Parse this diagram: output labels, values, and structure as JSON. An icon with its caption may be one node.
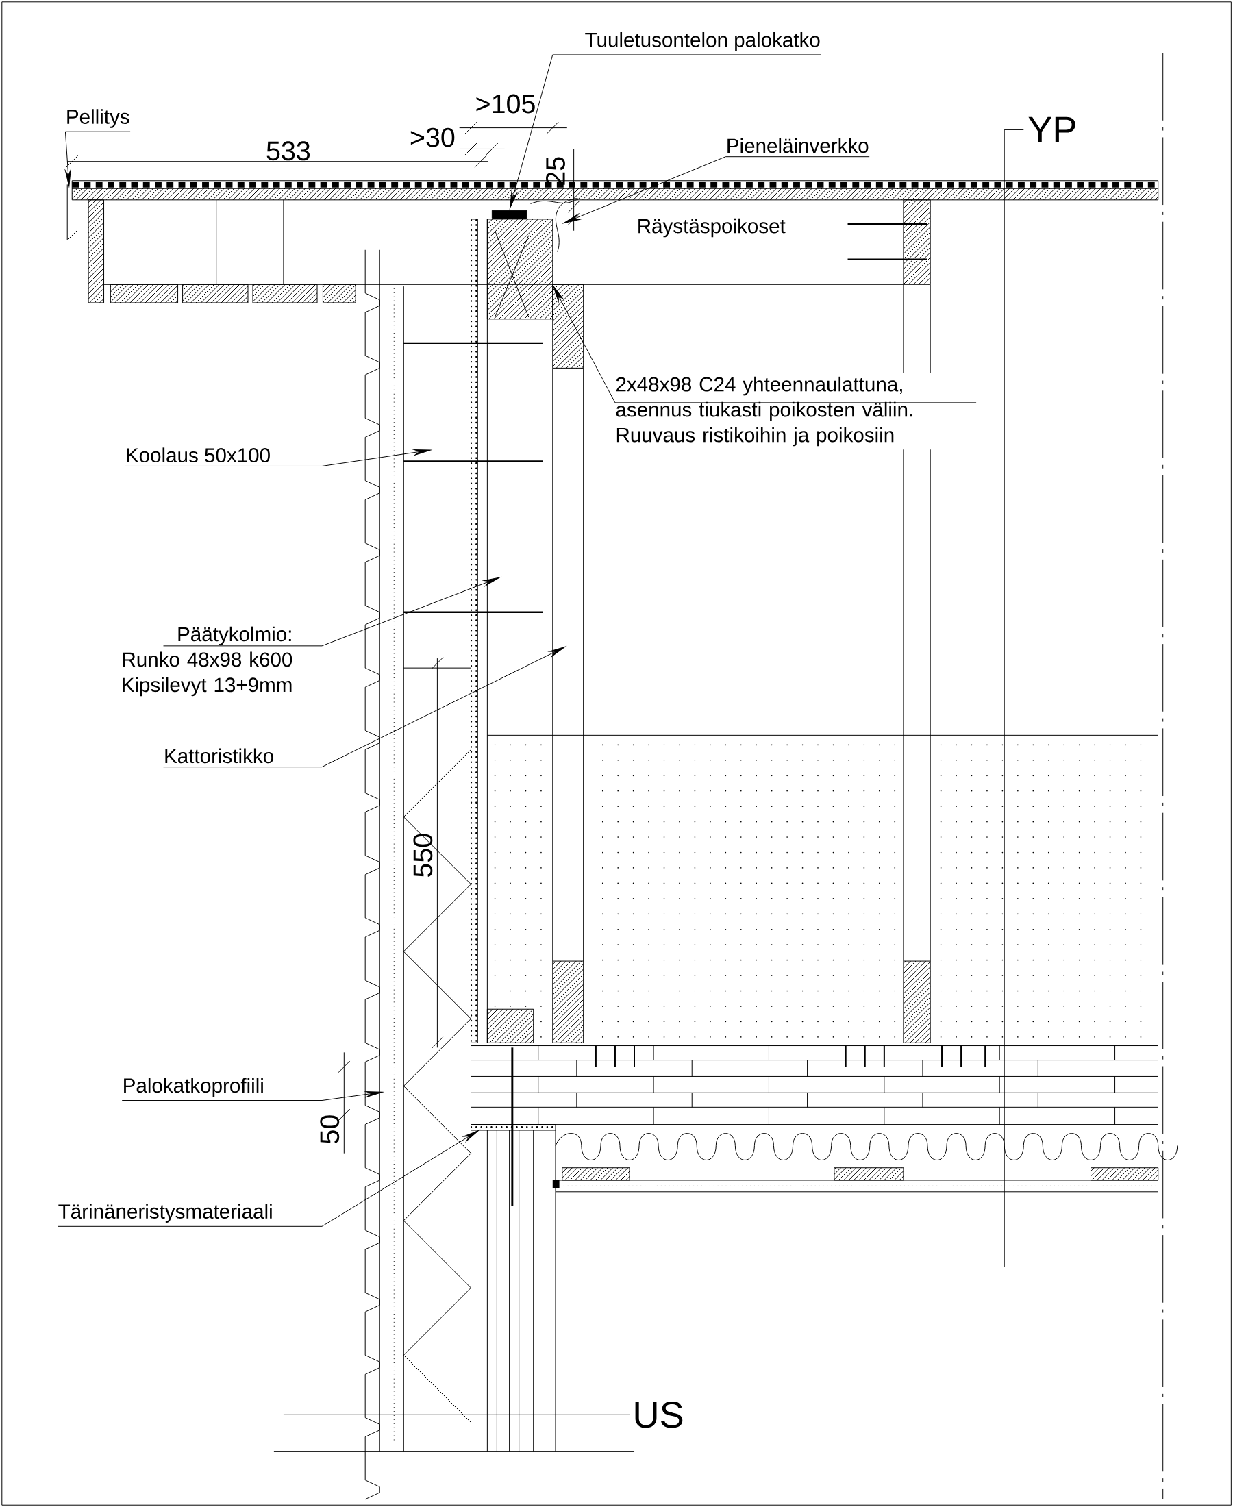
{
  "diagram": {
    "nodes": [
      {
        "text": [
          "Tuuletusontelon palokatko"
        ]
      },
      {
        "text": [
          "Pellitys"
        ]
      },
      {
        "text": [
          "Pieneläinverkko"
        ]
      },
      {
        "text": [
          "2x48x98 C24 yhteennaulattuna, asennus tiukasti poikosten väliin. Ruuvaus ristikoihin ja poikosiin"
        ]
      },
      {
        "text": [
          "Koolaus 50x100"
        ]
      },
      {
        "text": [
          "Päätykolmio:",
          "Runko 48x98 k600 Kipsilevyt 13+9mm"
        ]
      },
      {
        "text": [
          "Kattoristikko"
        ]
      },
      {
        "text": [
          "Palokatkoprofiili"
        ]
      },
      {
        "text": [
          "Tärinäneristysmateriaali"
        ]
      },
      {
        "text": [],
        "shape": "box"
      },
      {
        "text": [],
        "shape": "box"
      },
      {
        "text": [],
        "shape": "line"
      }
    ],
    "edges": [
      {
        "from": 0,
        "to": 9,
        "arrow": "to"
      },
      {
        "from": 1,
        "to": null,
        "arrow": "to"
      },
      {
        "from": 2,
        "to": 11,
        "arrow": "to"
      },
      {
        "from": 3,
        "to": 10,
        "arrow": "to"
      },
      {
        "from": 4,
        "to": null,
        "arrow": "to"
      },
      {
        "from": 5,
        "to": null,
        "arrow": "to"
      },
      {
        "from": 6,
        "to": null,
        "arrow": "to"
      },
      {
        "from": 7,
        "to": null,
        "arrow": "to"
      },
      {
        "from": 8,
        "to": null,
        "arrow": "to"
      }
    ],
    "labels": [
      ">105",
      ">30",
      "533",
      "25",
      "Räystäspoikoset",
      "YP",
      "550",
      "50",
      "US"
    ]
  }
}
